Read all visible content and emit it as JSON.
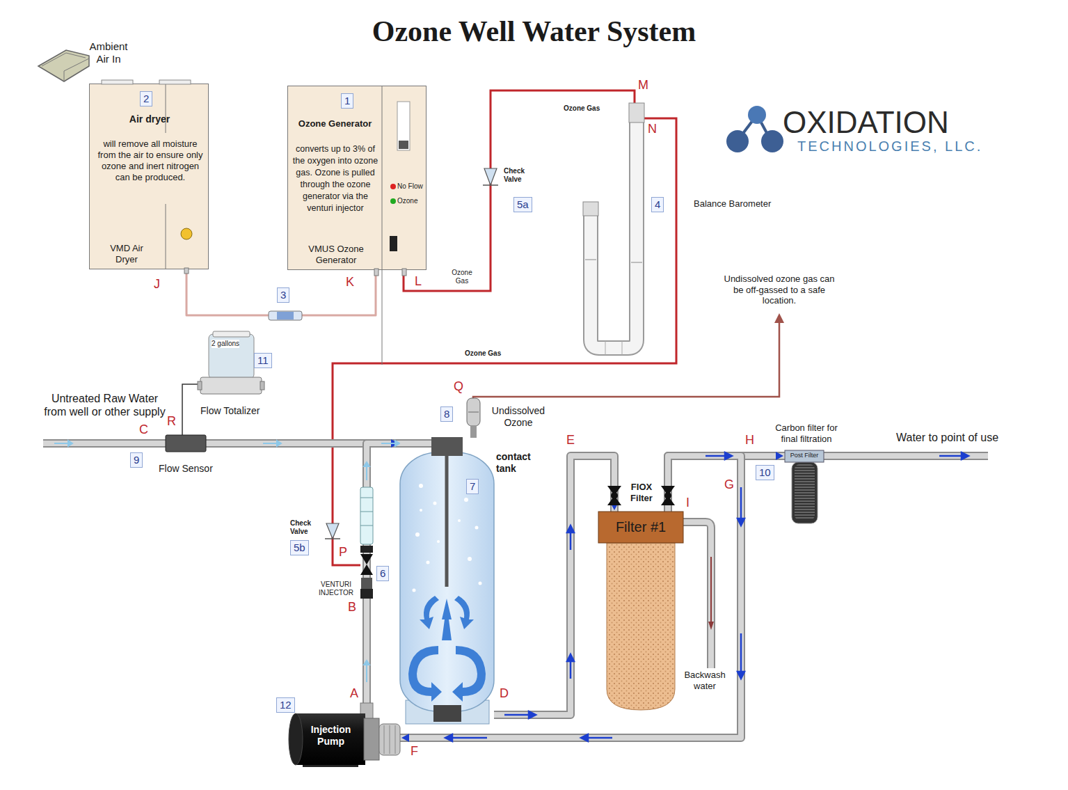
{
  "diagram": {
    "title": "Ozone Well Water System",
    "nodes": [
      {
        "text": [
          "2",
          "Air dryer",
          "will remove all moisture from the air to ensure only ozone and inert nitrogen can be produced.",
          "VMD Air Dryer"
        ]
      },
      {
        "text": [
          "1",
          "Ozone Generator",
          "converts up to 3% of the oxygen into ozone gas. Ozone is pulled through the ozone generator via the venturi injector",
          "No Flow",
          "Ozone",
          "VMUS Ozone Generator"
        ]
      },
      {
        "text": [
          "7",
          "contact tank"
        ]
      },
      {
        "text": [
          "Filter #1"
        ]
      },
      {
        "text": [
          "Post Filter"
        ]
      },
      {
        "text": [
          "Injection Pump"
        ]
      },
      {
        "text": [
          "2 gallons",
          "Flow Totalizer"
        ]
      },
      {
        "text": [
          "Flow Sensor"
        ]
      }
    ],
    "edges": [
      {
        "from": 0,
        "to": 1,
        "arrow": "none"
      },
      {
        "from": 7,
        "to": 2,
        "arrow": "to"
      },
      {
        "from": 5,
        "to": 2,
        "arrow": "to"
      },
      {
        "from": 2,
        "to": 3,
        "arrow": "to"
      },
      {
        "from": 3,
        "to": 4,
        "arrow": "to"
      },
      {
        "from": 3,
        "to": 5,
        "arrow": "to"
      },
      {
        "from": 6,
        "to": 7,
        "arrow": "none"
      }
    ],
    "labels": [
      "Ambient Air In",
      "3",
      "J",
      "K",
      "L",
      "M",
      "N",
      "Ozone Gas",
      "Check Valve",
      "5a",
      "4",
      "Balance Barometer",
      "Ozone Gas",
      "Undissolved ozone gas can be off-gassed to a safe location.",
      "Ozone Gas",
      "OXIDATION",
      "TECHNOLOGIES, LLC.",
      "11",
      "Untreated Raw Water from well or other supply",
      "C",
      "R",
      "9",
      "Q",
      "8",
      "Undissolved Ozone",
      "E",
      "H",
      "Carbon filter for final filtration",
      "Water to point of use",
      "10",
      "G",
      "FIOX Filter",
      "I",
      "Backwash water",
      "Check Valve",
      "5b",
      "P",
      "6",
      "VENTURI INJECTOR",
      "B",
      "A",
      "D",
      "12",
      "F"
    ]
  }
}
